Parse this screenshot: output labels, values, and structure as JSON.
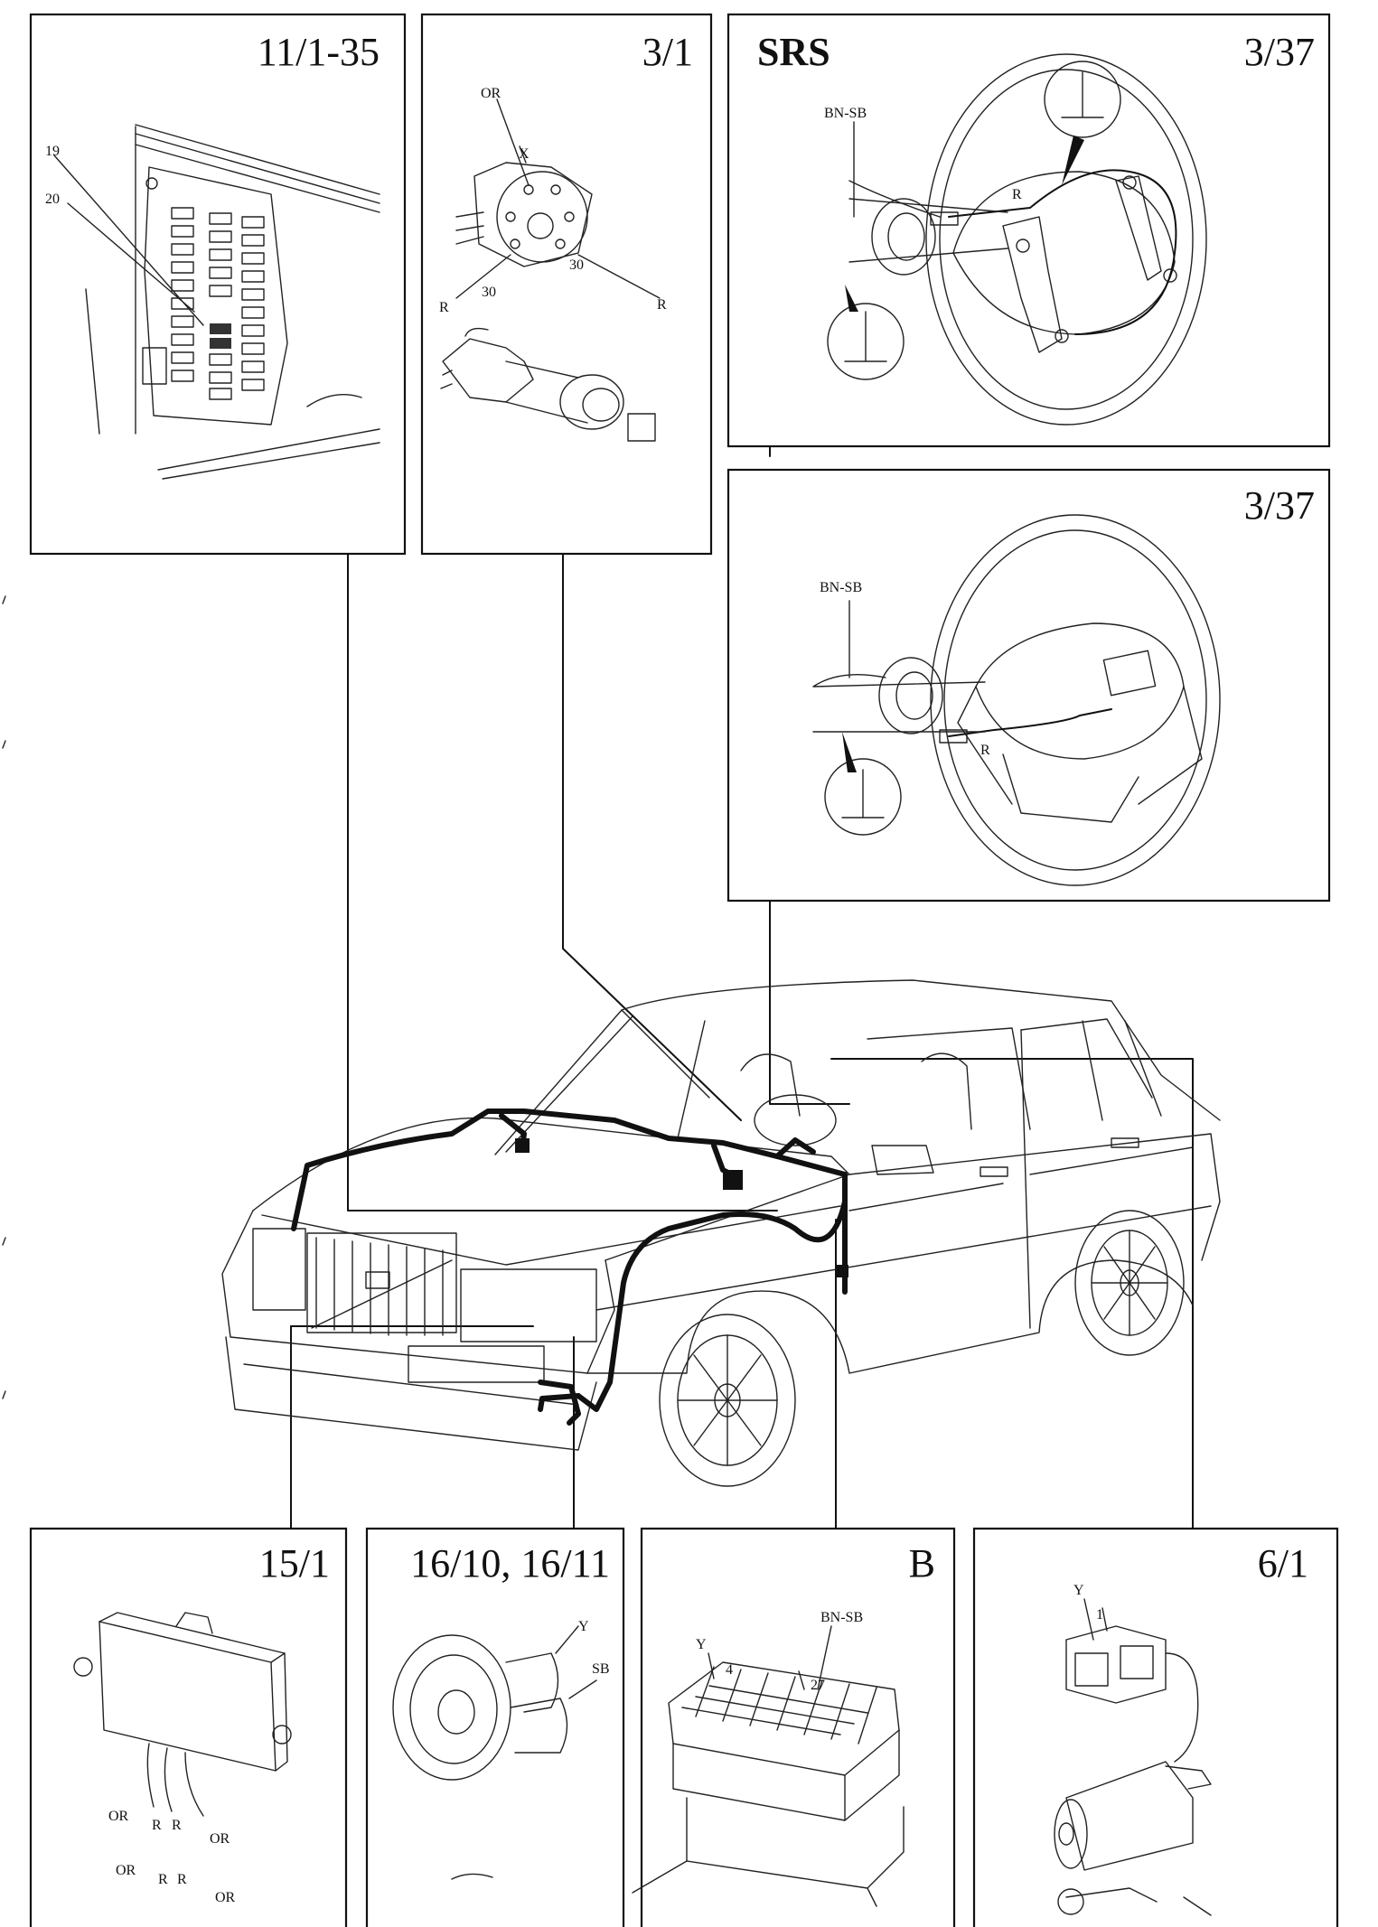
{
  "panels": {
    "fusebox": {
      "title": "11/1-35",
      "labels": [
        "19",
        "20"
      ]
    },
    "ignition": {
      "title": "3/1",
      "labels": [
        "OR",
        "X",
        "30",
        "30",
        "R",
        "R"
      ]
    },
    "srs": {
      "tag": "SRS",
      "title": "3/37",
      "labels": [
        "BN-SB",
        "R"
      ]
    },
    "wheel2": {
      "title": "3/37",
      "labels": [
        "BN-SB",
        "R"
      ]
    },
    "control_unit": {
      "title": "15/1",
      "labels": [
        "OR",
        "R",
        "R",
        "OR",
        "OR",
        "R",
        "R",
        "OR"
      ]
    },
    "horn": {
      "title": "16/10, 16/11",
      "labels": [
        "Y",
        "SB"
      ]
    },
    "connector": {
      "title": "B",
      "labels": [
        "Y",
        "4",
        "BN-SB",
        "27"
      ]
    },
    "motor": {
      "title": "6/1",
      "labels": [
        "Y",
        "1"
      ]
    }
  }
}
